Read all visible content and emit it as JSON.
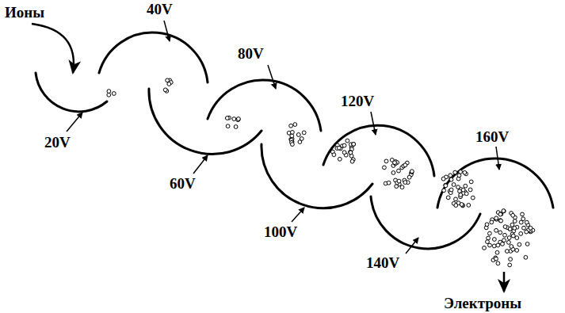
{
  "diagram": {
    "labels": [
      "Ионы",
      "40V",
      "20V",
      "80V",
      "60V",
      "120V",
      "100V",
      "160V",
      "140V",
      "Электроны"
    ]
  }
}
